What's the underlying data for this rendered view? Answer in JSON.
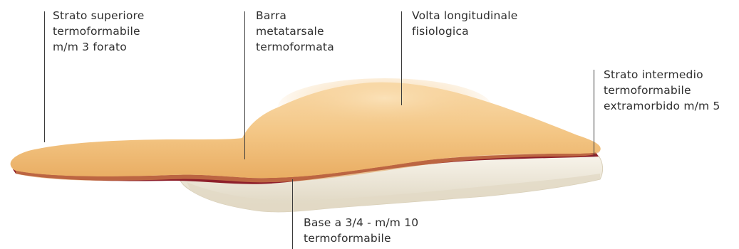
{
  "callouts": {
    "top_layer": [
      "Strato superiore",
      "termoformabile",
      "m/m 3 forato"
    ],
    "metatarsal_bar": [
      "Barra",
      "metatarsale",
      "termoformata"
    ],
    "arch": [
      "Volta longitudinale",
      "fisiologica"
    ],
    "middle_layer": [
      "Strato intermedio",
      "termoformabile",
      "extramorbido m/m 5"
    ],
    "base": [
      "Base a 3/4 - m/m 10",
      "termoformabile"
    ]
  },
  "colors": {
    "top_layer": "#f2c17e",
    "top_highlight": "#f9dcae",
    "middle_layer": "#8e1f2a",
    "base": "#ece6d6",
    "leader": "#3a3a3a",
    "text": "#2e2e2e"
  }
}
